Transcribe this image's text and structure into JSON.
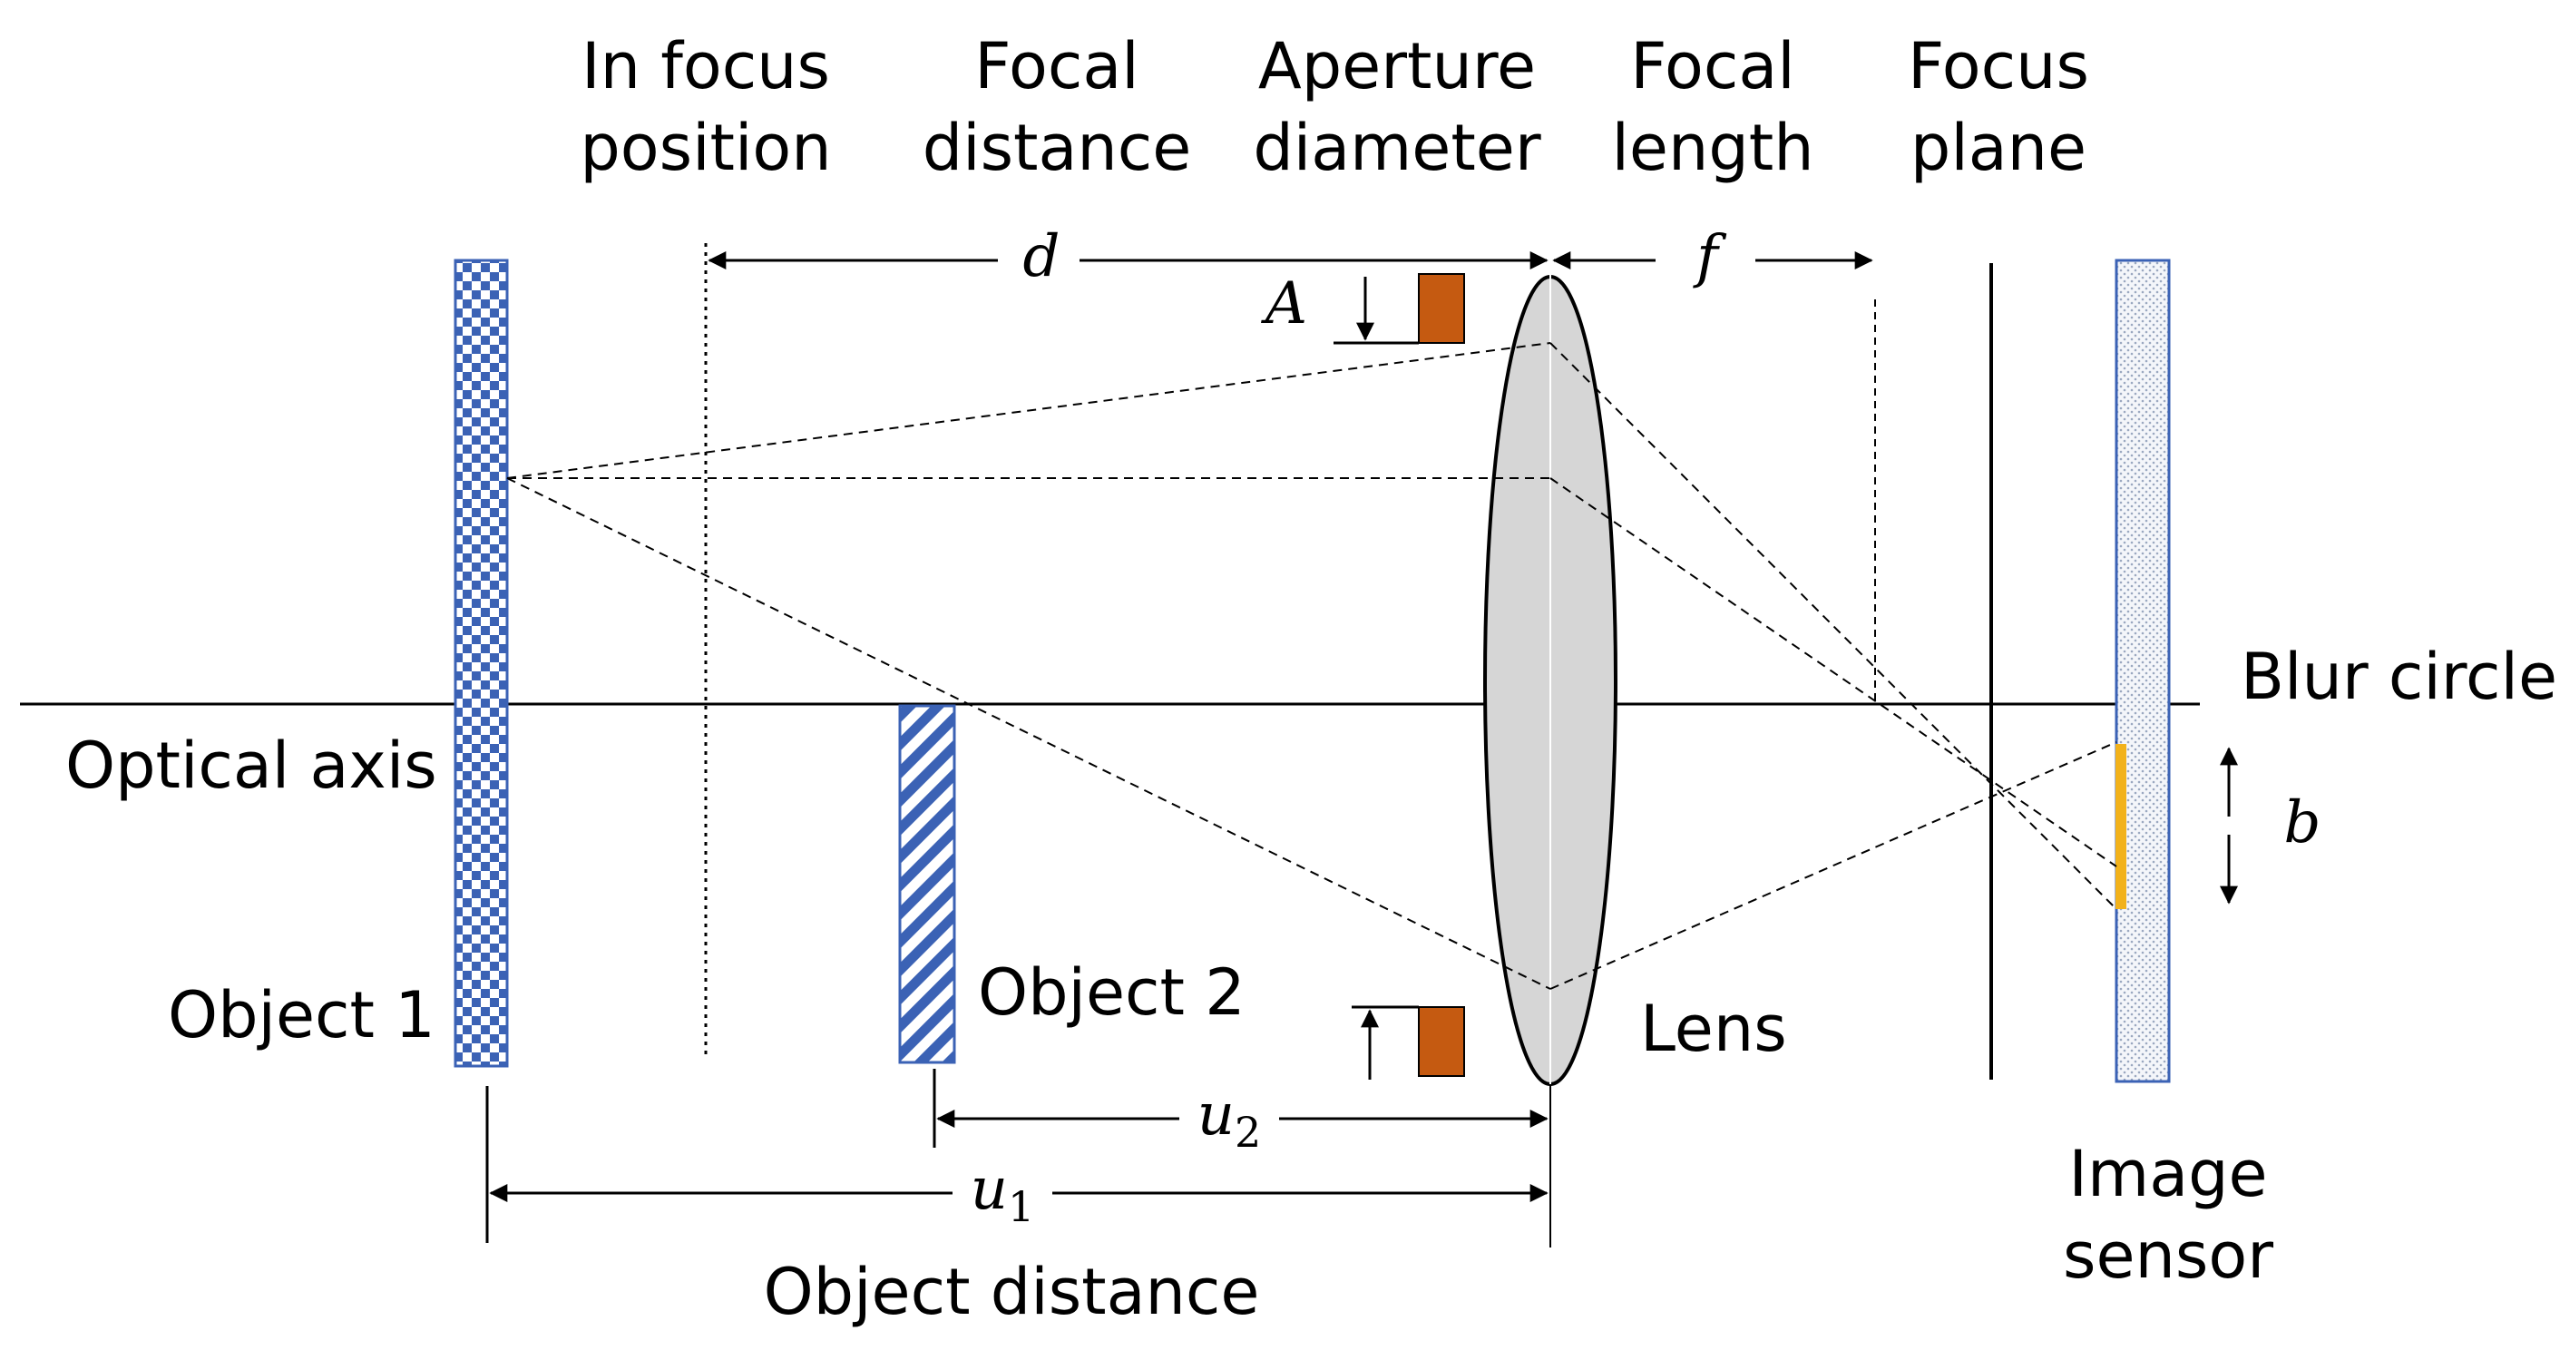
{
  "labels": {
    "in_focus_1": "In focus",
    "in_focus_2": "position",
    "focal_distance_1": "Focal",
    "focal_distance_2": "distance",
    "aperture_1": "Aperture",
    "aperture_2": "diameter",
    "focal_length_1": "Focal",
    "focal_length_2": "length",
    "focus_plane_1": "Focus",
    "focus_plane_2": "plane",
    "blur_circle": "Blur circle",
    "optical_axis": "Optical axis",
    "object1": "Object 1",
    "object2": "Object 2",
    "lens": "Lens",
    "image_sensor_1": "Image",
    "image_sensor_2": "sensor",
    "object_distance": "Object distance"
  },
  "symbols": {
    "d": "d",
    "f": "f",
    "A": "A",
    "b": "b",
    "u": "u",
    "sub1": "1",
    "sub2": "2"
  },
  "colors": {
    "object_blue": "#3b62b5",
    "aperture_stop": "#c55a11",
    "blur_circle": "#f2b21b",
    "lens_fill": "#d6d6d6",
    "sensor_dots": "#9aa8c0"
  }
}
